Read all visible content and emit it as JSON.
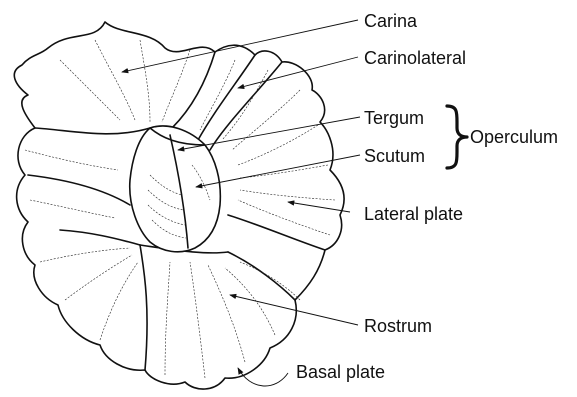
{
  "labels": {
    "carina": "Carina",
    "carinolateral": "Carinolateral",
    "tergum": "Tergum",
    "scutum": "Scutum",
    "operculum": "Operculum",
    "lateral_plate": "Lateral plate",
    "rostrum": "Rostrum",
    "basal_plate": "Basal plate"
  }
}
